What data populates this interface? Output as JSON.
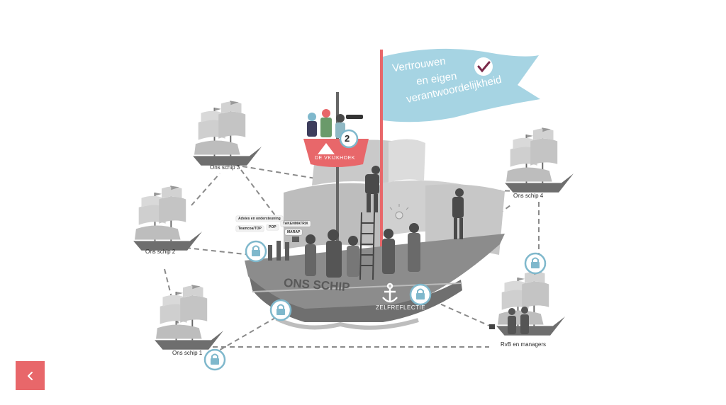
{
  "flag": {
    "line1": "Vertrouwen",
    "line2": "en eigen",
    "line3": "verantwoordelijkheid",
    "icon": "check-icon"
  },
  "crows_nest": {
    "badge_number": "2",
    "label": "DE VKIJKHOEK"
  },
  "main_ship": {
    "name": "ONS SCHIP",
    "anchor_label": "ZELFREFLECTIE"
  },
  "tools": {
    "advies": "Advies en ondersteuning",
    "teamcoa": "Teamcoa/TOP",
    "pop": "POP",
    "takenmatrix": "TAKENMATRIX",
    "marap": "MARAP"
  },
  "ships": {
    "schip1": "Ons schip 1",
    "schip2": "Ons schip 2",
    "schip3": "Ons schip 3",
    "schip4": "Ons schip 4",
    "rvb": "RvB en managers"
  },
  "colors": {
    "accent": "#e8676a",
    "flag": "#a6d4e3",
    "lock": "#7fb8cc",
    "hull": "#8c8c8c"
  },
  "navigation": {
    "back_icon": "chevron-left-icon"
  }
}
